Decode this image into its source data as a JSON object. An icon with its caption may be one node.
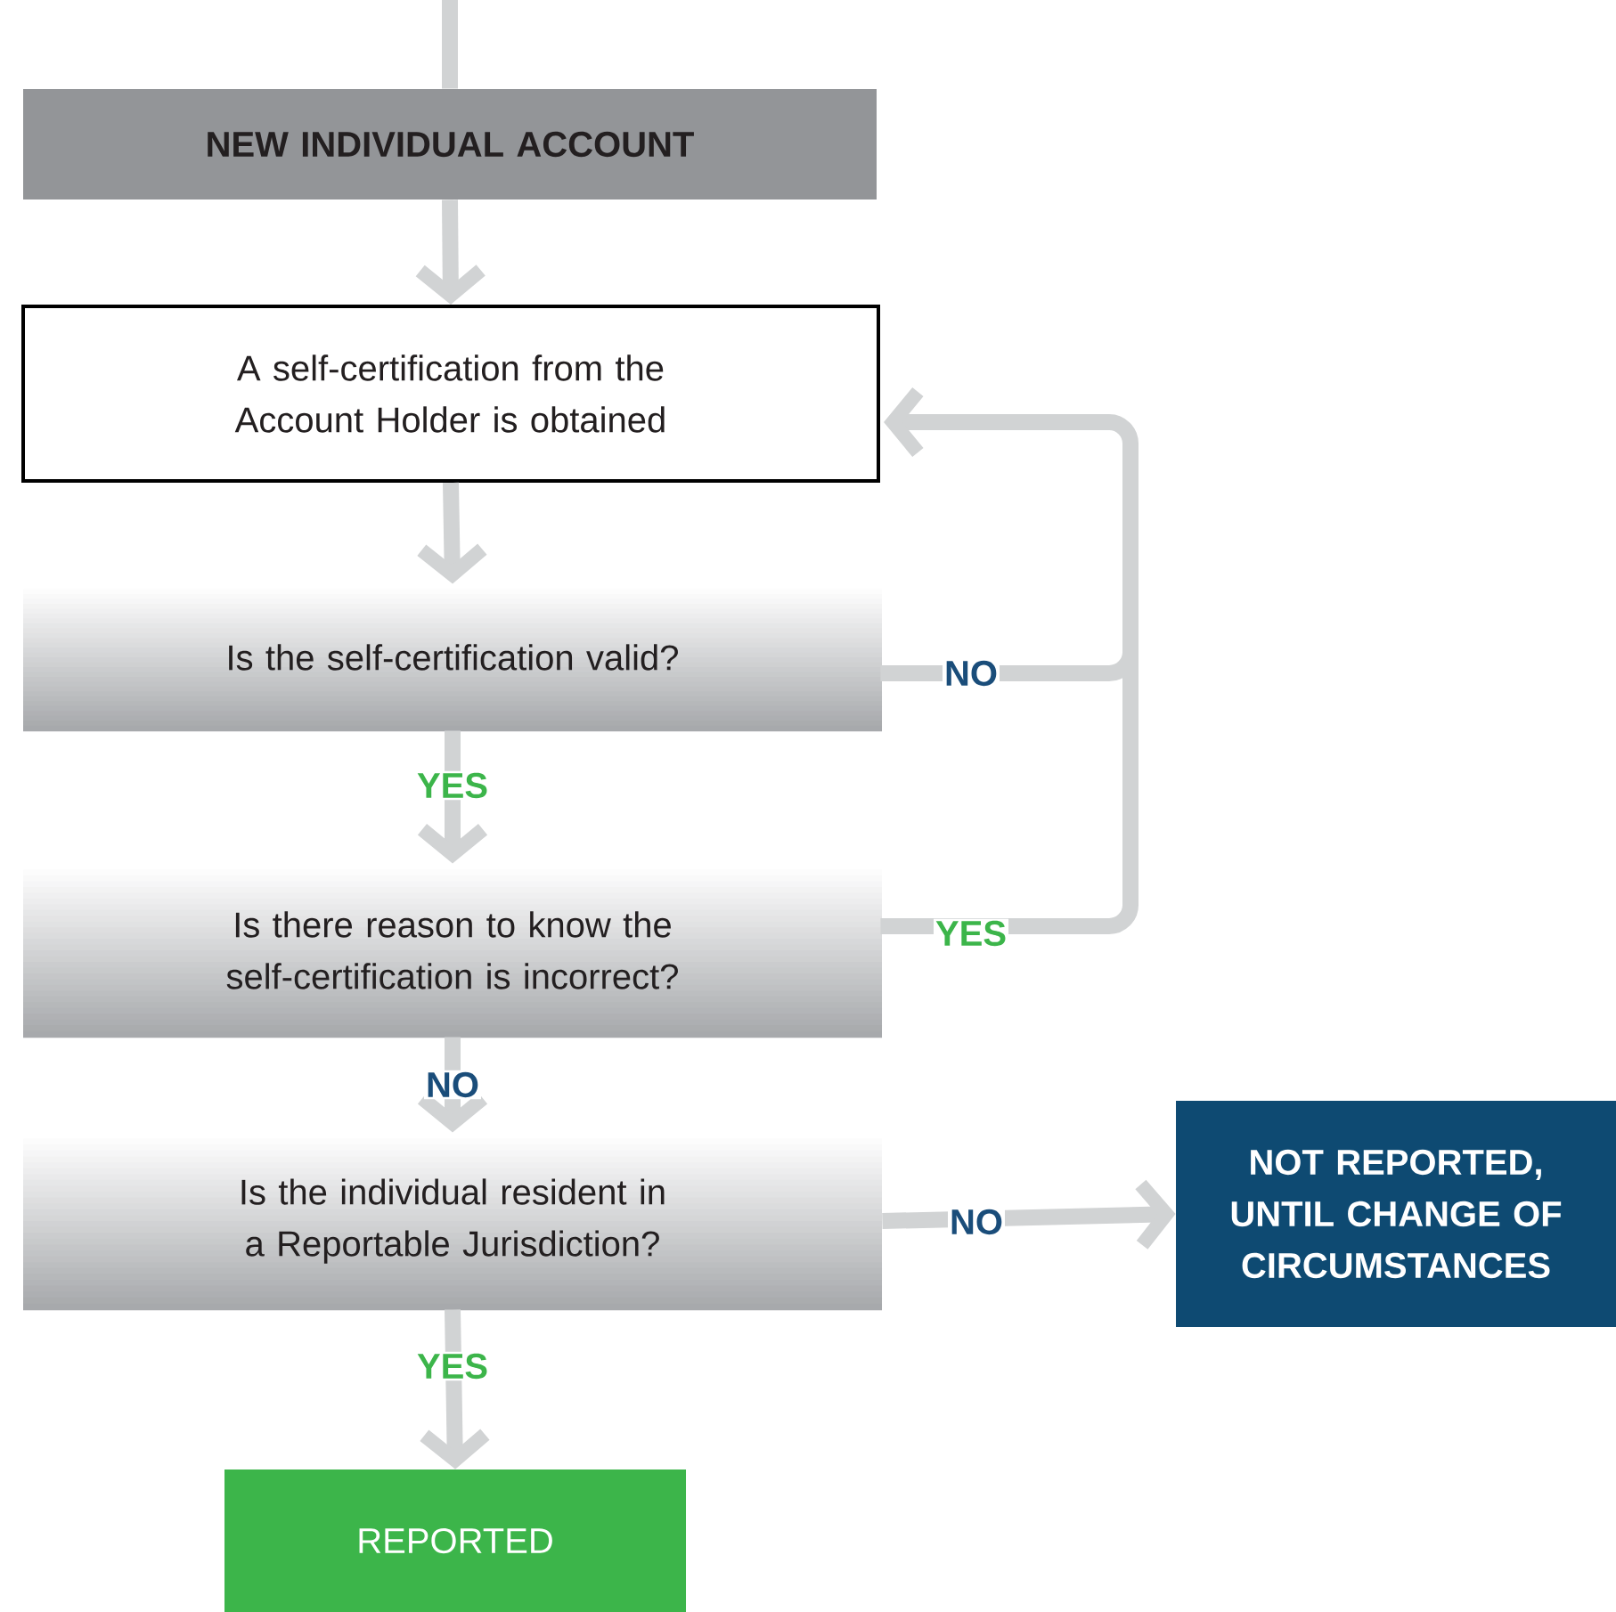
{
  "diagram": {
    "nodes": [
      {
        "text": [
          "NEW INDIVIDUAL ACCOUNT"
        ]
      },
      {
        "text": [
          "A self-certification from the Account Holder is obtained"
        ]
      },
      {
        "text": [
          "Is the self-certification valid?"
        ]
      },
      {
        "text": [
          "Is there reason to know the self-certification is incorrect?"
        ]
      },
      {
        "text": [
          "Is the individual resident in a Reportable Jurisdiction?"
        ]
      },
      {
        "text": [
          "NOT REPORTED, UNTIL CHANGE OF CIRCUMSTANCES"
        ]
      },
      {
        "text": [
          "REPORTED"
        ]
      }
    ],
    "edges": [
      {
        "from": null,
        "to": 0,
        "arrow": "none"
      },
      {
        "from": 0,
        "to": 1,
        "arrow": "to"
      },
      {
        "from": 1,
        "to": 2,
        "arrow": "to"
      },
      {
        "from": 2,
        "to": 3,
        "arrow": "to",
        "label": "YES"
      },
      {
        "from": 2,
        "to": 1,
        "arrow": "to",
        "label": "NO"
      },
      {
        "from": 3,
        "to": 1,
        "arrow": "to",
        "label": "YES"
      },
      {
        "from": 3,
        "to": 4,
        "arrow": "to",
        "label": "NO"
      },
      {
        "from": 4,
        "to": 5,
        "arrow": "to",
        "label": "NO"
      },
      {
        "from": 4,
        "to": 6,
        "arrow": "to",
        "label": "YES"
      }
    ]
  }
}
